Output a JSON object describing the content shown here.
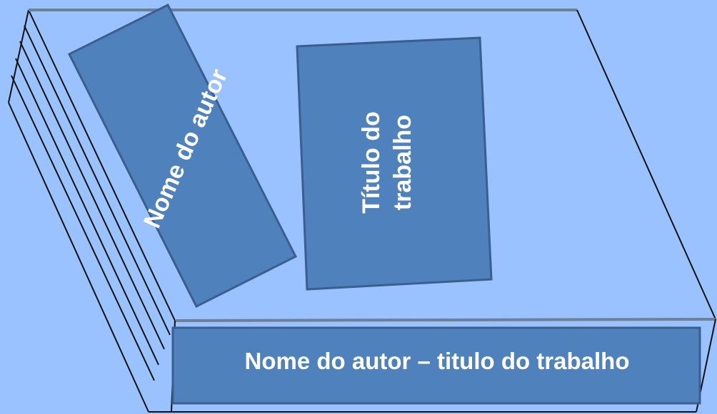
{
  "diagram": {
    "author_panel_text": "Nome do autor",
    "title_panel_text": "Título do trabalho",
    "spine_text": "Nome do autor – titulo do trabalho",
    "colors": {
      "background": "#99c2ff",
      "panel_fill": "#4f81bd",
      "panel_stroke": "#3a5f8f",
      "outline": "#111111",
      "text": "#ffffff"
    }
  }
}
